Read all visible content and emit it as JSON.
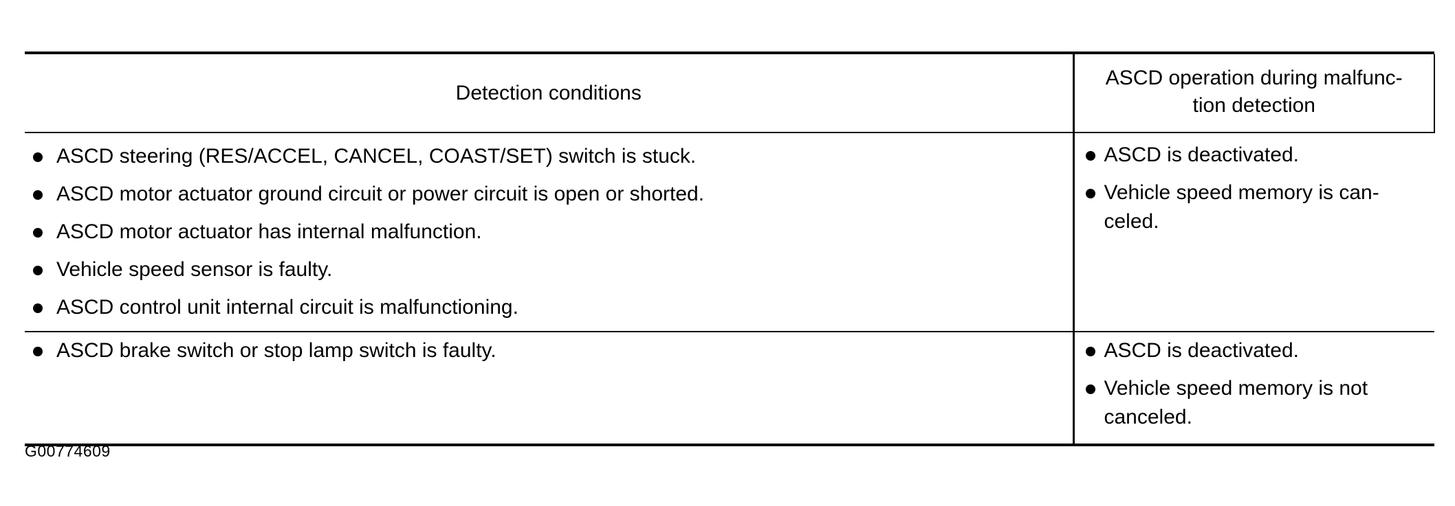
{
  "table": {
    "header": {
      "col1": "Detection conditions",
      "col2_line1": "ASCD operation during malfunc-",
      "col2_line2": "tion detection"
    },
    "rows": [
      {
        "conditions": [
          "ASCD steering (RES/ACCEL, CANCEL, COAST/SET) switch is stuck.",
          "ASCD motor actuator ground circuit or power circuit is open or shorted.",
          "ASCD motor actuator has internal malfunction.",
          "Vehicle speed sensor is faulty.",
          "ASCD control unit internal circuit is malfunctioning."
        ],
        "operation": [
          {
            "line1": "ASCD is deactivated.",
            "line2": ""
          },
          {
            "line1": "Vehicle speed memory is can-",
            "line2": "celed."
          }
        ]
      },
      {
        "conditions": [
          "ASCD brake switch or stop lamp switch is faulty."
        ],
        "operation": [
          {
            "line1": "ASCD is deactivated.",
            "line2": ""
          },
          {
            "line1": "Vehicle speed memory is not",
            "line2": "canceled."
          }
        ]
      }
    ]
  },
  "figure_id": "G00774609"
}
